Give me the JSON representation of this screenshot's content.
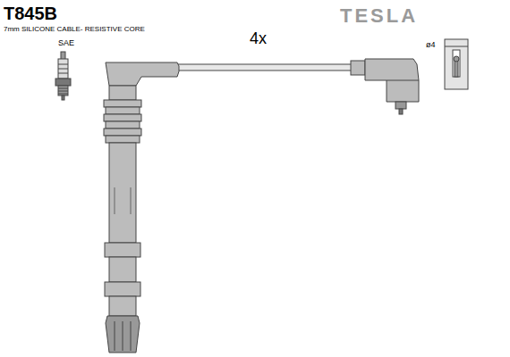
{
  "diagram": {
    "title": "T845B",
    "labels": [
      "7mm SILICONE CABLE- RESISTIVE CORE",
      "TESLA",
      "SAE",
      "4x",
      "ø4"
    ]
  }
}
